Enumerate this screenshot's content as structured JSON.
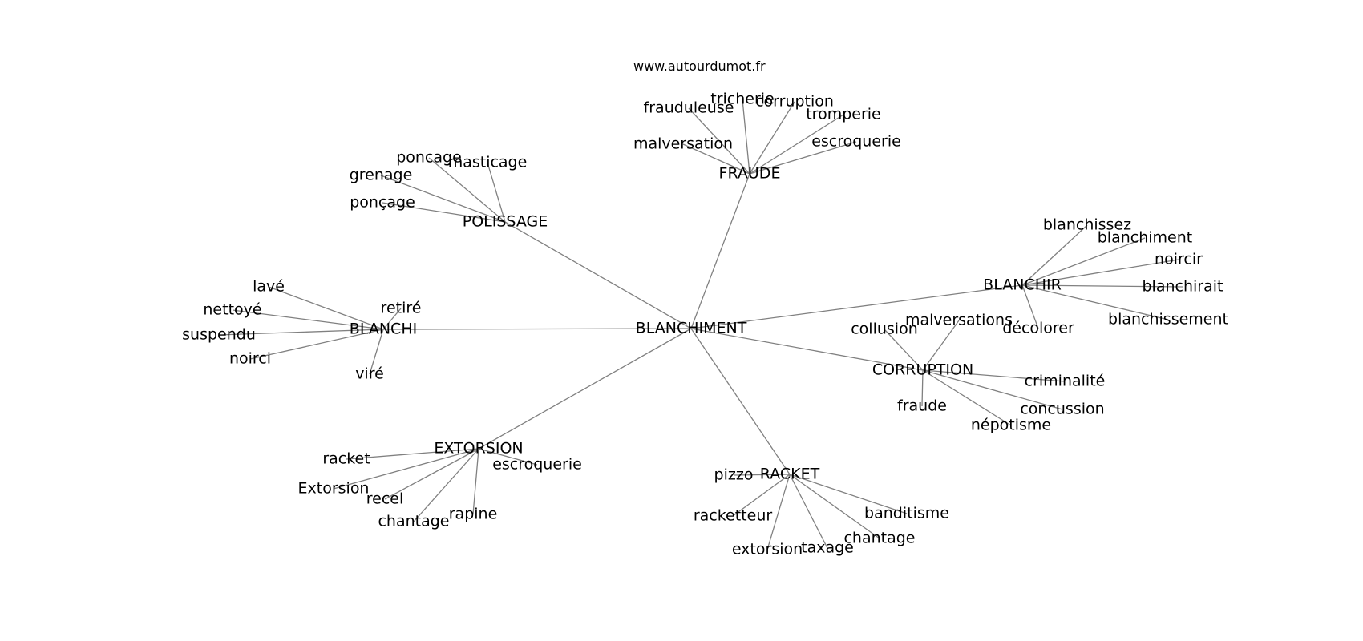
{
  "source": "www.autourdumot.fr",
  "root": "BLANCHIMENT",
  "hubs": [
    {
      "label": "FRAUDE",
      "children": [
        "frauduleuse",
        "tricherie",
        "corruption",
        "tromperie",
        "malversation",
        "escroquerie"
      ]
    },
    {
      "label": "POLISSAGE",
      "children": [
        "poncage",
        "masticage",
        "grenage",
        "ponçage"
      ]
    },
    {
      "label": "BLANCHIR",
      "children": [
        "blanchissez",
        "blanchiment",
        "noircir",
        "blanchirait",
        "blanchissement",
        "décolorer"
      ]
    },
    {
      "label": "BLANCHI",
      "children": [
        "lavé",
        "retiré",
        "nettoyé",
        "suspendu",
        "noirci",
        "viré"
      ]
    },
    {
      "label": "CORRUPTION",
      "children": [
        "collusion",
        "malversations",
        "criminalité",
        "concussion",
        "népotisme",
        "fraude"
      ]
    },
    {
      "label": "EXTORSION",
      "children": [
        "racket",
        "escroquerie",
        "Extorsion",
        "recel",
        "chantage",
        "rapine"
      ]
    },
    {
      "label": "RACKET",
      "children": [
        "pizzo",
        "racketteur",
        "extorsion",
        "taxage",
        "chantage",
        "banditisme"
      ]
    }
  ]
}
